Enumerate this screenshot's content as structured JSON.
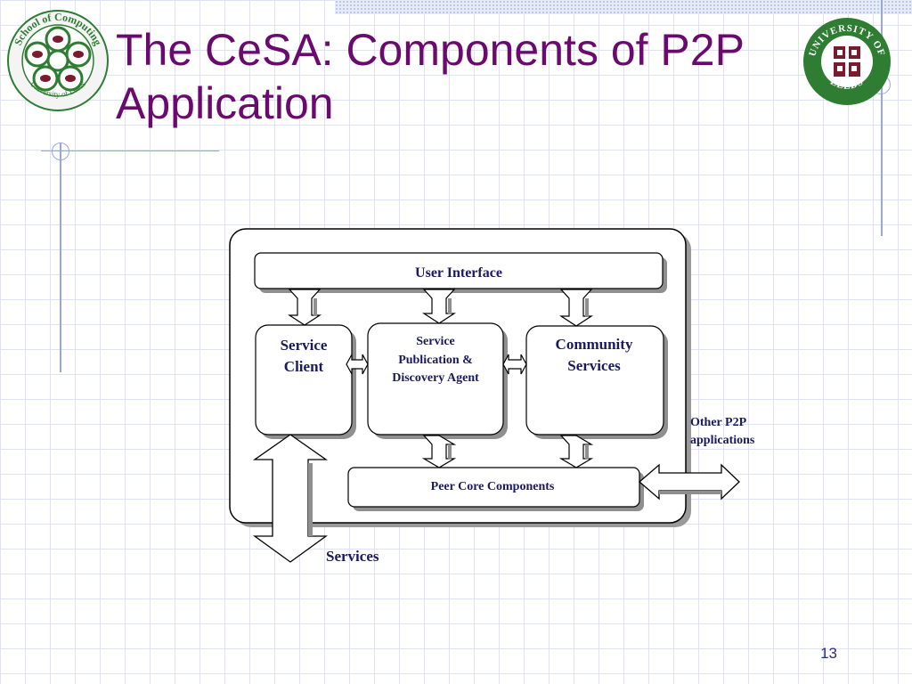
{
  "slide": {
    "title_line1": "The CeSA: Components of P2P",
    "title_line2": "Application",
    "page_number": "13"
  },
  "logos": {
    "left": {
      "ring_text_top": "School of Computing",
      "ring_text_bottom": "University of Leeds"
    },
    "right": {
      "ring_text_top": "UNIVERSITY OF",
      "ring_text_bottom": "LEEDS"
    }
  },
  "diagram": {
    "user_interface": "User Interface",
    "service_client": [
      "Service",
      "Client"
    ],
    "service_publication": [
      "Service",
      "Publication &",
      "Discovery Agent"
    ],
    "community_services": [
      "Community",
      "Services"
    ],
    "peer_core": "Peer Core Components",
    "other_p2p": [
      "Other P2P",
      "applications"
    ],
    "services": "Services"
  },
  "colors": {
    "title": "#6b0a6e",
    "diagram_text": "#1a1a5e",
    "grid": "#dde3f3",
    "logo_green": "#2e7d32",
    "logo_maroon": "#7a1b2e"
  }
}
